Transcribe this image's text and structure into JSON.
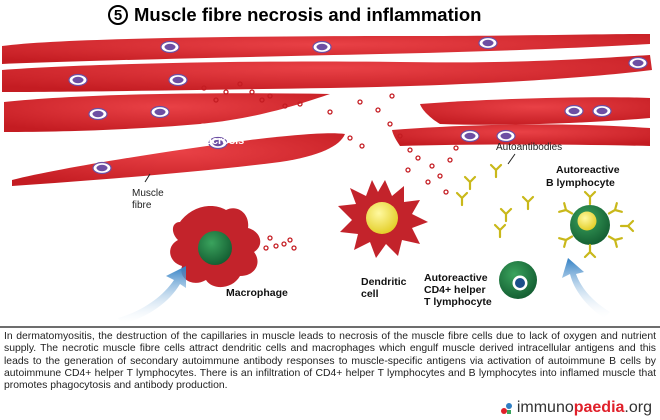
{
  "title": {
    "number": "5",
    "text": "Muscle fibre necrosis and inflammation"
  },
  "labels": {
    "cell_necrosis": "Cell necrosis",
    "muscle_fibre": "Muscle fibre",
    "autoantibodies": "Autoantibodies",
    "autoreactive_b": "Autoreactive B lymphocyte",
    "macrophage": "Macrophage",
    "dendritic": "Dendritic cell",
    "autoreactive_t": "Autoreactive CD4+ helper T lymphocyte"
  },
  "caption": "In dermatomyositis, the destruction of the capillaries in muscle leads to necrosis of the muscle fibre cells due to lack of oxygen and nutrient supply. The necrotic muscle fibre cells attract dendritic cells and macrophages which engulf muscle derived intracellular antigens and this leads to the generation of secondary autoimmune antibody responses to muscle-specific antigens via activation of autoimmune B cells by autoimmune CD4+ helper T lymphocytes. There is an infiltration of CD4+ helper T lymphocytes and B lymphocytes into inflamed muscle that promotes phagocytosis and antibody production.",
  "logo": {
    "part1": "immuno",
    "part2": "paedia",
    "part3": ".org"
  },
  "colors": {
    "fibre": "#d8232a",
    "nucleus": "#6d4fa3",
    "macrophage": "#c3232b",
    "green": "#1f7a45",
    "yellow": "#f4e64a",
    "arrow": "#3b86c8"
  }
}
